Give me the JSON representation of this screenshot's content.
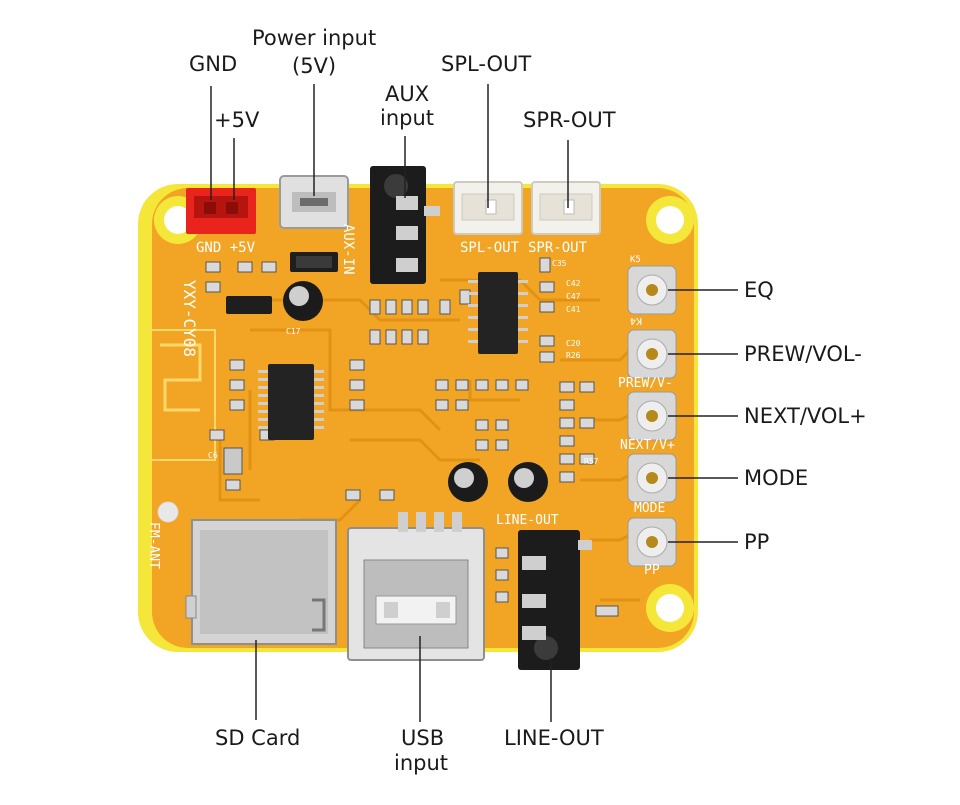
{
  "callouts": {
    "gnd": "GND",
    "plus5v": "+5V",
    "power_input_l1": "Power input",
    "power_input_l2": "(5V)",
    "aux_l1": "AUX",
    "aux_l2": "input",
    "spl_out": "SPL-OUT",
    "spr_out": "SPR-OUT",
    "eq": "EQ",
    "prew": "PREW/VOL-",
    "next": "NEXT/VOL+",
    "mode": "MODE",
    "pp": "PP",
    "sd_card": "SD Card",
    "usb_l1": "USB",
    "usb_l2": "input",
    "line_out": "LINE-OUT"
  },
  "silkscreen": {
    "gnd5v": "GND +5V",
    "aux_in": "AUX-IN",
    "spl_out": "SPL-OUT",
    "spr_out": "SPR-OUT",
    "model": "YXY-CY08",
    "fm_ant": "FM-ANT",
    "line_out": "LINE-OUT",
    "k5": "K5",
    "k4": "K4",
    "prew": "PREW/V-",
    "next": "NEXT/V+",
    "mode": "MODE",
    "pp": "PP",
    "c35": "C35",
    "c42": "C42",
    "c47": "C47",
    "c41": "C41",
    "c20": "C20",
    "r26": "R26",
    "c17": "C17",
    "r57": "R57",
    "c6": "C6"
  },
  "colors": {
    "pcb": "#f2a524",
    "pcb_edge": "#f5e63a",
    "trace": "#e08f12",
    "red_conn": "#e8241c",
    "white_conn": "#f3f1ec",
    "line": "#222222"
  }
}
